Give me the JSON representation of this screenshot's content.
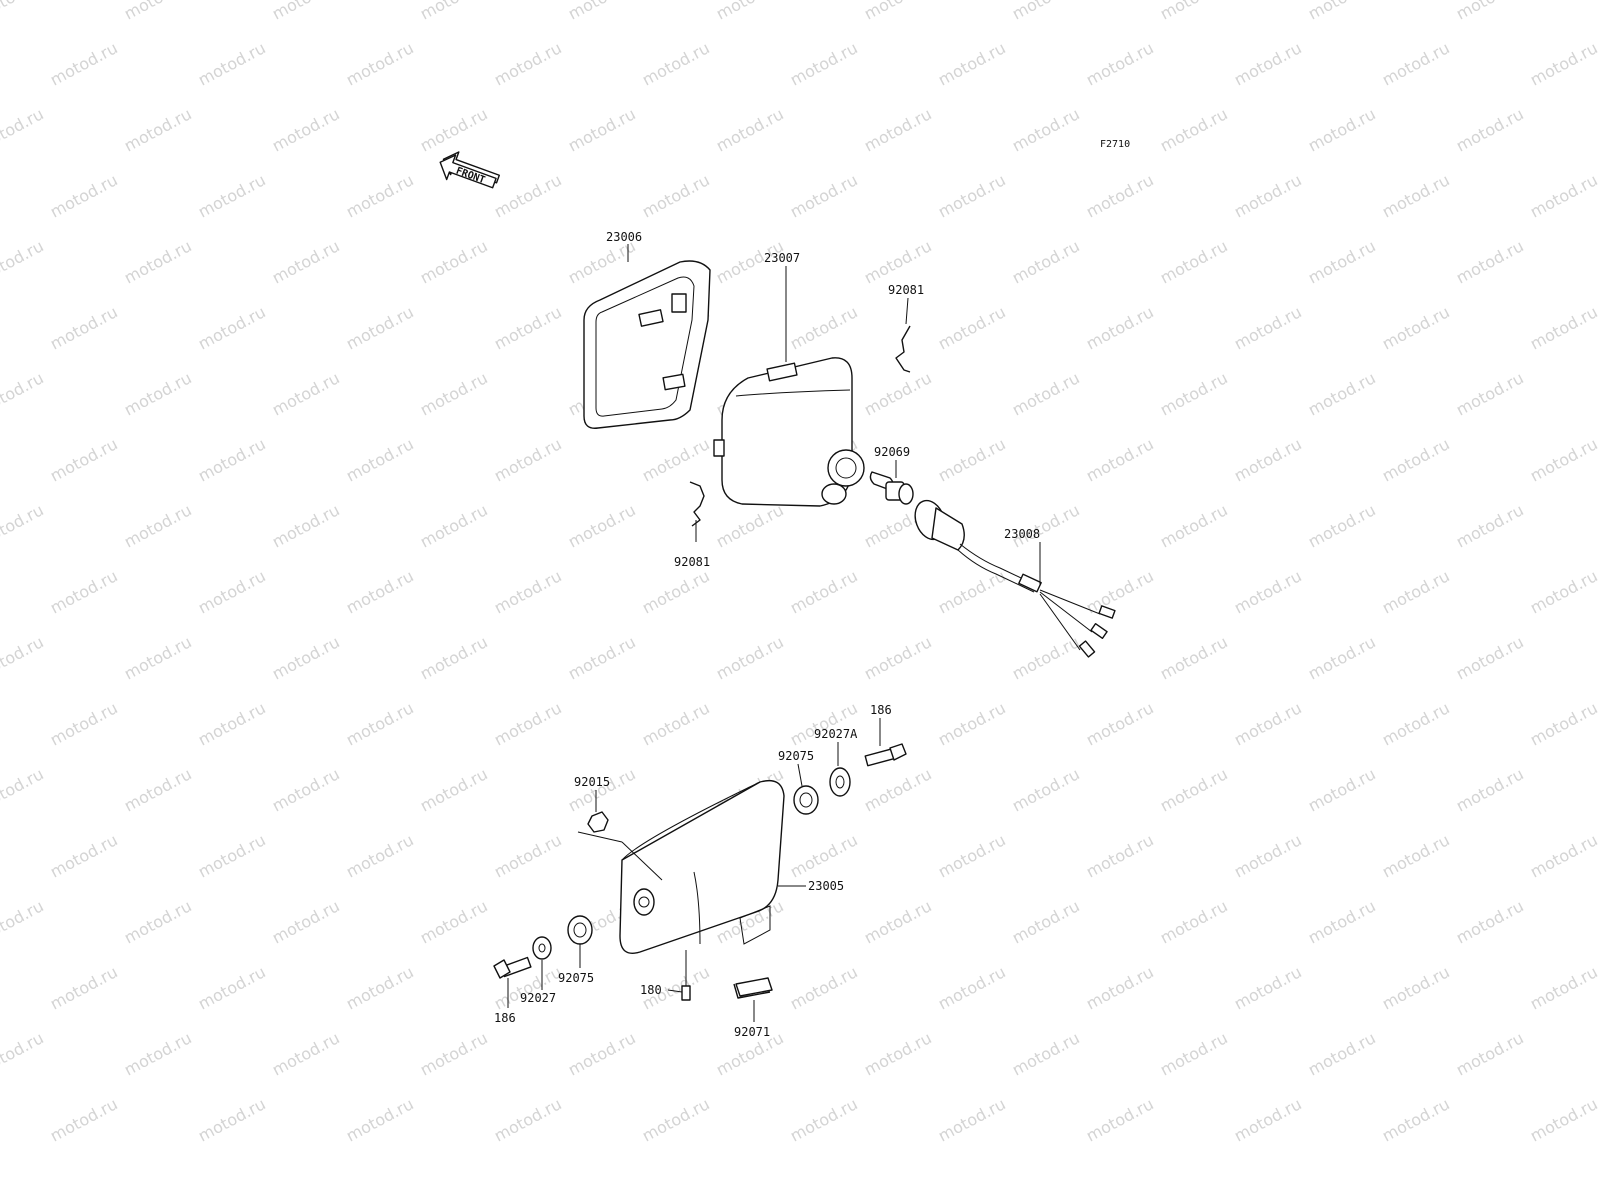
{
  "watermark": {
    "text": "motod.ru"
  },
  "figure_code": "F2710",
  "front_arrow": {
    "label": "FRONT"
  },
  "callouts": {
    "c23006": "23006",
    "c23007": "23007",
    "c92081_top": "92081",
    "c92069": "92069",
    "c92081_left": "92081",
    "c23008": "23008",
    "c186_top": "186",
    "c92027A": "92027A",
    "c92075_top": "92075",
    "c92015": "92015",
    "c23005": "23005",
    "c92075_bottom": "92075",
    "c92027": "92027",
    "c186_bottom": "186",
    "c180": "180",
    "c92071": "92071"
  }
}
